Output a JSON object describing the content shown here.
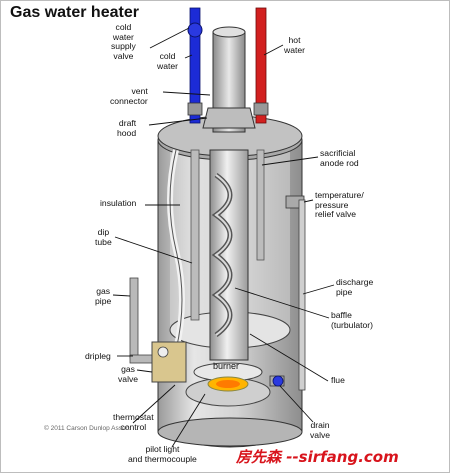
{
  "title": "Gas water heater",
  "labels": {
    "cold_water_supply_valve": [
      "cold",
      "water",
      "supply",
      "valve"
    ],
    "cold_water": [
      "cold",
      "water"
    ],
    "hot_water": [
      "hot",
      "water"
    ],
    "vent_connector": [
      "vent",
      "connector"
    ],
    "draft_hood": [
      "draft",
      "hood"
    ],
    "sacrificial_anode_rod": [
      "sacrificial",
      "anode rod"
    ],
    "insulation": [
      "insulation"
    ],
    "temp_pressure_relief_valve": [
      "temperature/",
      "pressure",
      "relief valve"
    ],
    "dip_tube": [
      "dip",
      "tube"
    ],
    "gas_pipe": [
      "gas",
      "pipe"
    ],
    "discharge_pipe": [
      "discharge",
      "pipe"
    ],
    "baffle": [
      "baffle",
      "(turbulator)"
    ],
    "dripleg": [
      "dripleg"
    ],
    "gas_valve": [
      "gas",
      "valve"
    ],
    "burner": "burner",
    "flue": [
      "flue"
    ],
    "thermostat_control": [
      "thermostat",
      "control"
    ],
    "drain_valve": [
      "drain",
      "valve"
    ],
    "pilot_light": [
      "pilot light",
      "and thermocouple"
    ]
  },
  "copyright": "© 2011 Carson Dunlop Assoc.",
  "watermark": "房先森 --sirfang.com",
  "colors": {
    "cold_pipe": "#1c2bd6",
    "hot_pipe": "#d2201f",
    "tank_body": "#c9c9c9",
    "label_line": "#111111",
    "watermark": "#d8141c"
  }
}
